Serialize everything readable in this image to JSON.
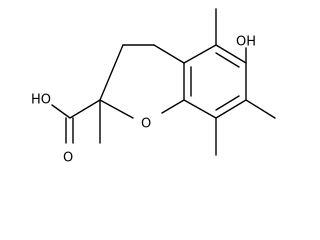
{
  "molecule": {
    "labels": {
      "ring_oxygen": "O",
      "carbonyl_oxygen": "O",
      "hydroxyl_acid": "HO",
      "hydroxyl_phenol": "OH"
    },
    "colors": {
      "bond": "#000000",
      "text": "#000000",
      "background": "#ffffff"
    }
  }
}
